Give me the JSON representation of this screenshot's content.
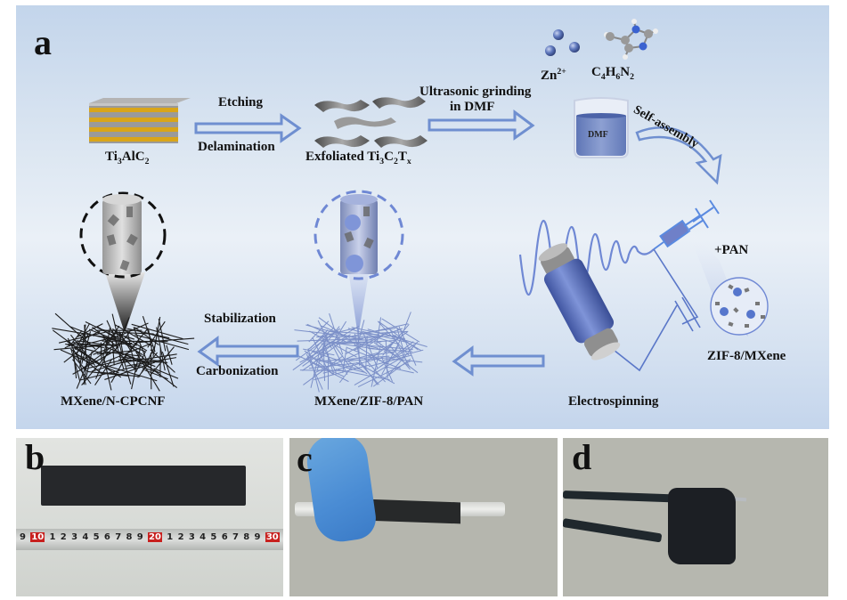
{
  "figure": {
    "panels": {
      "a": {
        "letter": "a",
        "steps": {
          "precursor": {
            "name": "Ti",
            "sub1": "3",
            "mid": "AlC",
            "sub2": "2"
          },
          "etching": {
            "top": "Etching",
            "bottom": "Delamination"
          },
          "exfoliated": {
            "prefix": "Exfoliated Ti",
            "s1": "3",
            "c": "C",
            "s2": "2",
            "t": "T",
            "s3": "x"
          },
          "ultrasonic": {
            "line1": "Ultrasonic grinding",
            "line2": "in DMF"
          },
          "zinc": {
            "base": "Zn",
            "sup": "2+"
          },
          "ligand": {
            "c": "C",
            "s1": "4",
            "h": "H",
            "s2": "6",
            "n": "N",
            "s3": "2"
          },
          "beaker_label": "DMF",
          "self_assembly": "Self-assembly",
          "pan": "+PAN",
          "zif_mxene": "ZIF-8/MXene",
          "electrospinning": "Electrospinning",
          "mxene_zif_pan": "MXene/ZIF-8/PAN",
          "stabilization": {
            "top": "Stabilization",
            "bottom": "Carbonization"
          },
          "final_product": "MXene/N-CPCNF"
        },
        "colors": {
          "arrow": "#6f8fd0",
          "blue_material": "#6d86cc",
          "gold_layer": "#d9a519",
          "fiber_dark": "#222222",
          "fiber_blue": "#7e93c9"
        }
      },
      "b": {
        "letter": "b",
        "ruler_ticks": [
          "9",
          "10",
          "1",
          "2",
          "3",
          "4",
          "5",
          "6",
          "7",
          "8",
          "9",
          "20",
          "1",
          "2",
          "3",
          "4",
          "5",
          "6",
          "7",
          "8",
          "9",
          "30"
        ],
        "ruler_red_ticks": [
          "10",
          "20",
          "30"
        ]
      },
      "c": {
        "letter": "c"
      },
      "d": {
        "letter": "d"
      }
    }
  }
}
